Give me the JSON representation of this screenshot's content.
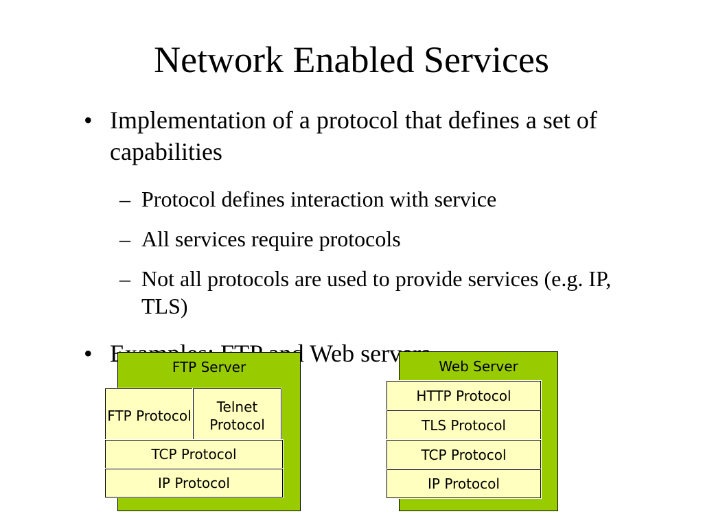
{
  "slide": {
    "title": "Network Enabled Services",
    "bullets": [
      {
        "marker": "•",
        "text": "Implementation of a protocol that defines a set of capabilities",
        "subs": [
          {
            "marker": "–",
            "text": "Protocol defines interaction with service"
          },
          {
            "marker": "–",
            "text": "All services require protocols"
          },
          {
            "marker": "–",
            "text": "Not all protocols are used to provide services (e.g. IP, TLS)"
          }
        ]
      },
      {
        "marker": "•",
        "text": "Examples: FTP and Web servers"
      }
    ]
  },
  "diagram": {
    "colors": {
      "server_fill": "#99cc00",
      "protocol_fill": "#ffffc0"
    },
    "ftp_server": {
      "title": "FTP Server",
      "ftp_protocol": "FTP Protocol",
      "telnet_protocol": "Telnet Protocol",
      "tcp_protocol": "TCP Protocol",
      "ip_protocol": "IP Protocol"
    },
    "web_server": {
      "title": "Web Server",
      "http_protocol": "HTTP Protocol",
      "tls_protocol": "TLS Protocol",
      "tcp_protocol": "TCP Protocol",
      "ip_protocol": "IP Protocol"
    }
  }
}
